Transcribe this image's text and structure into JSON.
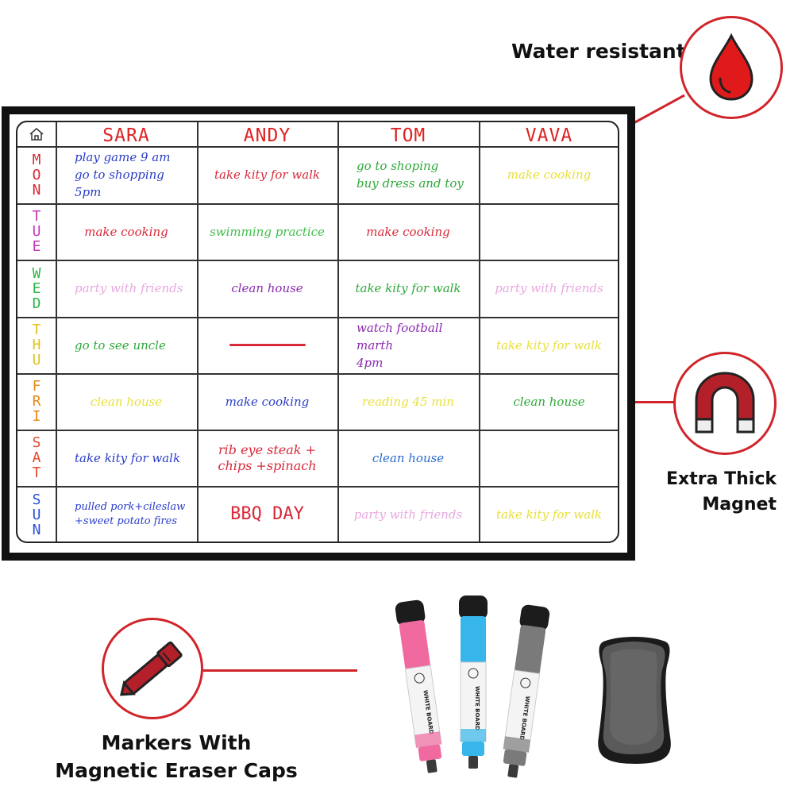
{
  "features": {
    "water": "Water resistant",
    "magnet": [
      "Extra Thick",
      "Magnet"
    ],
    "markers": [
      "Markers With",
      "Magnetic Eraser Caps"
    ]
  },
  "colors": {
    "accent_red": "#d0242a",
    "board_frame": "#111111"
  },
  "icons": [
    "water-drop-icon",
    "horseshoe-magnet-icon",
    "marker-pen-icon",
    "home-icon"
  ],
  "board": {
    "names": [
      "SARA",
      "ANDY",
      "TOM",
      "VAVA"
    ],
    "days": [
      {
        "label": "MON",
        "color": "#d8283a"
      },
      {
        "label": "TUE",
        "color": "#c43bb8"
      },
      {
        "label": "WED",
        "color": "#2fb34a"
      },
      {
        "label": "THU",
        "color": "#e0c21e"
      },
      {
        "label": "FRI",
        "color": "#e58a1c"
      },
      {
        "label": "SAT",
        "color": "#e04a2a"
      },
      {
        "label": "SUN",
        "color": "#2a4fd6"
      }
    ],
    "rows": [
      [
        "play game 9 am\ngo to shopping 5pm",
        "take kity for walk",
        "go to shoping\nbuy dress and toy",
        "make cooking"
      ],
      [
        "make cooking",
        "swimming practice",
        "make cooking",
        ""
      ],
      [
        "party with friends",
        "clean house",
        "take kity for walk",
        "party with friends"
      ],
      [
        "go to see uncle",
        "",
        "watch football marth\n4pm",
        "take kity for walk"
      ],
      [
        "clean house",
        "make cooking",
        "reading 45 min",
        "clean house"
      ],
      [
        "take kity for walk",
        "rib eye steak +\nchips +spinach",
        "clean house",
        ""
      ],
      [
        "pulled pork+cileslaw\n+sweet potato fires",
        "BBQ DAY",
        "party with friends",
        "take kity for walk"
      ]
    ],
    "cell_colors": [
      [
        "#2a3cc8",
        "#d8283a",
        "#2fa83a",
        "#e8e03a"
      ],
      [
        "#d8283a",
        "#3fbf4a",
        "#d8283a",
        ""
      ],
      [
        "#e8a8e0",
        "#8a2ab0",
        "#2fa83a",
        "#e8a8e0"
      ],
      [
        "#2fa83a",
        "#d8283a",
        "#8a2ab0",
        "#e8e03a"
      ],
      [
        "#e8e03a",
        "#2a3cc8",
        "#e8e03a",
        "#2fa83a"
      ],
      [
        "#2a3cc8",
        "#d8283a",
        "#2a6ad0",
        ""
      ],
      [
        "#2a3cc8",
        "#d8283a",
        "#e8a8e0",
        "#e8e03a"
      ]
    ]
  },
  "marker_colors": [
    "#f06aa0",
    "#36b6ea",
    "#7a7a7a"
  ]
}
